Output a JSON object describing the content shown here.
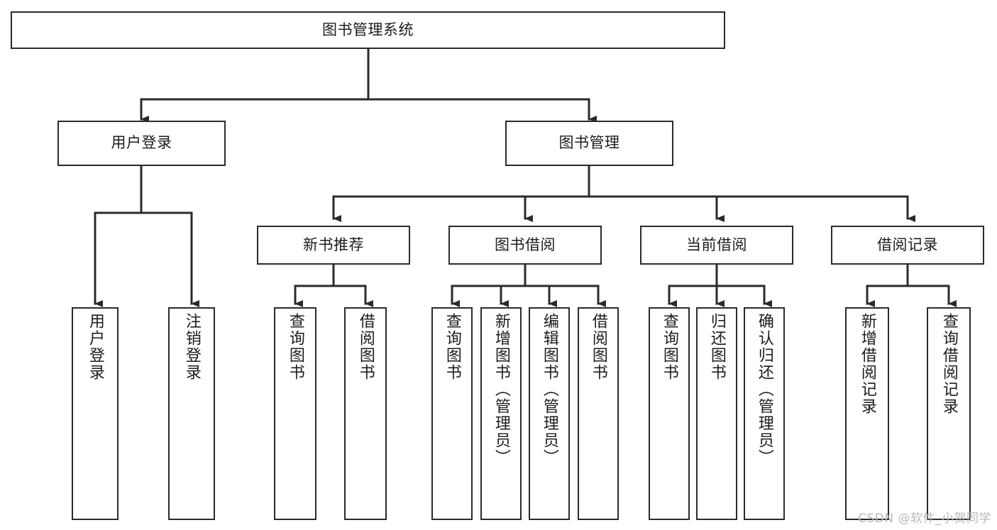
{
  "diagram": {
    "title": "图书管理系统",
    "watermark": "CSDN @软件_小贺同学",
    "colors": {
      "background": "#ffffff",
      "box_border": "#2b2b2b",
      "box_fill": "#ffffff",
      "edge": "#2b2b2b",
      "text": "#1c1c1c",
      "watermark": "#b9b9b9"
    },
    "root": {
      "label": "图书管理系统"
    },
    "level1": [
      {
        "id": "user-login",
        "label": "用户登录"
      },
      {
        "id": "book-manage",
        "label": "图书管理"
      }
    ],
    "level2": [
      {
        "id": "new-book-recommend",
        "label": "新书推荐",
        "parent": "book-manage"
      },
      {
        "id": "book-borrow",
        "label": "图书借阅",
        "parent": "book-manage"
      },
      {
        "id": "current-borrow",
        "label": "当前借阅",
        "parent": "book-manage"
      },
      {
        "id": "borrow-record",
        "label": "借阅记录",
        "parent": "book-manage"
      }
    ],
    "leaves": [
      {
        "id": "leaf-user-login",
        "label": "用户登录",
        "parent": "user-login"
      },
      {
        "id": "leaf-logout",
        "label": "注销登录",
        "parent": "user-login"
      },
      {
        "id": "leaf-query-book-1",
        "label": "查询图书",
        "parent": "new-book-recommend"
      },
      {
        "id": "leaf-borrow-book-1",
        "label": "借阅图书",
        "parent": "new-book-recommend"
      },
      {
        "id": "leaf-query-book-2",
        "label": "查询图书",
        "parent": "book-borrow"
      },
      {
        "id": "leaf-add-book",
        "label": "新增图书（管理员）",
        "parent": "book-borrow"
      },
      {
        "id": "leaf-edit-book",
        "label": "编辑图书（管理员）",
        "parent": "book-borrow"
      },
      {
        "id": "leaf-borrow-book-2",
        "label": "借阅图书",
        "parent": "book-borrow"
      },
      {
        "id": "leaf-query-book-3",
        "label": "查询图书",
        "parent": "current-borrow"
      },
      {
        "id": "leaf-return-book",
        "label": "归还图书",
        "parent": "current-borrow"
      },
      {
        "id": "leaf-confirm-return",
        "label": "确认归还（管理员）",
        "parent": "current-borrow"
      },
      {
        "id": "leaf-add-record",
        "label": "新增借阅记录",
        "parent": "borrow-record"
      },
      {
        "id": "leaf-query-record",
        "label": "查询借阅记录",
        "parent": "borrow-record"
      }
    ]
  }
}
